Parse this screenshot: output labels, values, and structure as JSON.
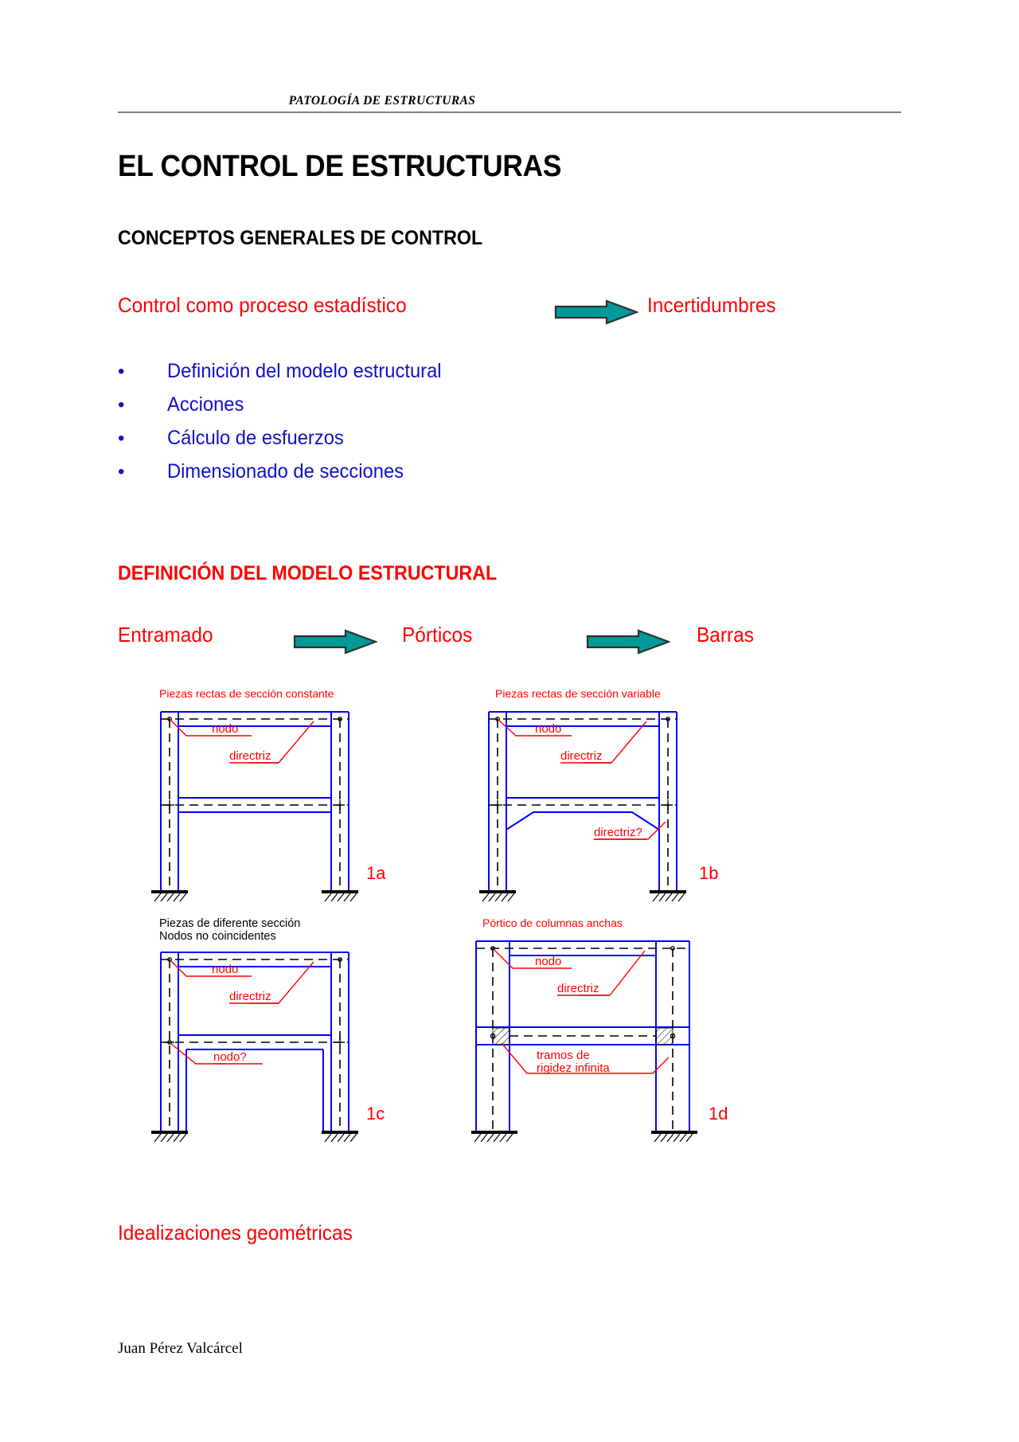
{
  "header": {
    "running_head": "PATOLOGÍA DE ESTRUCTURAS"
  },
  "title": "EL CONTROL DE ESTRUCTURAS",
  "subtitle": "CONCEPTOS GENERALES DE CONTROL",
  "process_row": {
    "left": "Control como proceso estadístico",
    "right": "Incertidumbres",
    "arrow_icon": "right-arrow-icon"
  },
  "bullets": [
    {
      "label": "Definición del modelo estructural",
      "marker": "•"
    },
    {
      "label": "Acciones",
      "marker": "•"
    },
    {
      "label": "Cálculo de esfuerzos",
      "marker": "•"
    },
    {
      "label": "Dimensionado de secciones",
      "marker": "•"
    }
  ],
  "section_heading": "DEFINICIÓN DEL MODELO ESTRUCTURAL",
  "chain_row": {
    "first": "Entramado",
    "second": "Pórticos",
    "third": "Barras",
    "arrow_icon": "right-arrow-icon"
  },
  "figures": [
    {
      "id": "1a",
      "caption": "Piezas rectas de sección constante",
      "caption_color": "#FF0000",
      "tag": "1a",
      "labels": [
        "nodo",
        "directriz"
      ]
    },
    {
      "id": "1b",
      "caption": "Piezas rectas de sección variable",
      "caption_color": "#FF0000",
      "tag": "1b",
      "labels": [
        "nodo",
        "directriz",
        "directriz?"
      ]
    },
    {
      "id": "1c",
      "caption_line1": "Piezas de diferente sección",
      "caption_line2": "Nodos no coincidentes",
      "caption_color": "#000000",
      "tag": "1c",
      "labels": [
        "nodo",
        "directriz",
        "nodo?"
      ]
    },
    {
      "id": "1d",
      "caption": "Pórtico de columnas anchas",
      "caption_color": "#FF0000",
      "tag": "1d",
      "labels": [
        "nodo",
        "directriz",
        "tramos de",
        "rigidez infinita"
      ]
    }
  ],
  "closing_line": "Idealizaciones geométricas",
  "footer": "Juan Pérez Valcárcel",
  "colors": {
    "red": "#FF0000",
    "blue": "#1010C8",
    "frame_blue": "#0000FF",
    "teal": "#009999",
    "rule_gray": "#808080",
    "black": "#000000"
  }
}
